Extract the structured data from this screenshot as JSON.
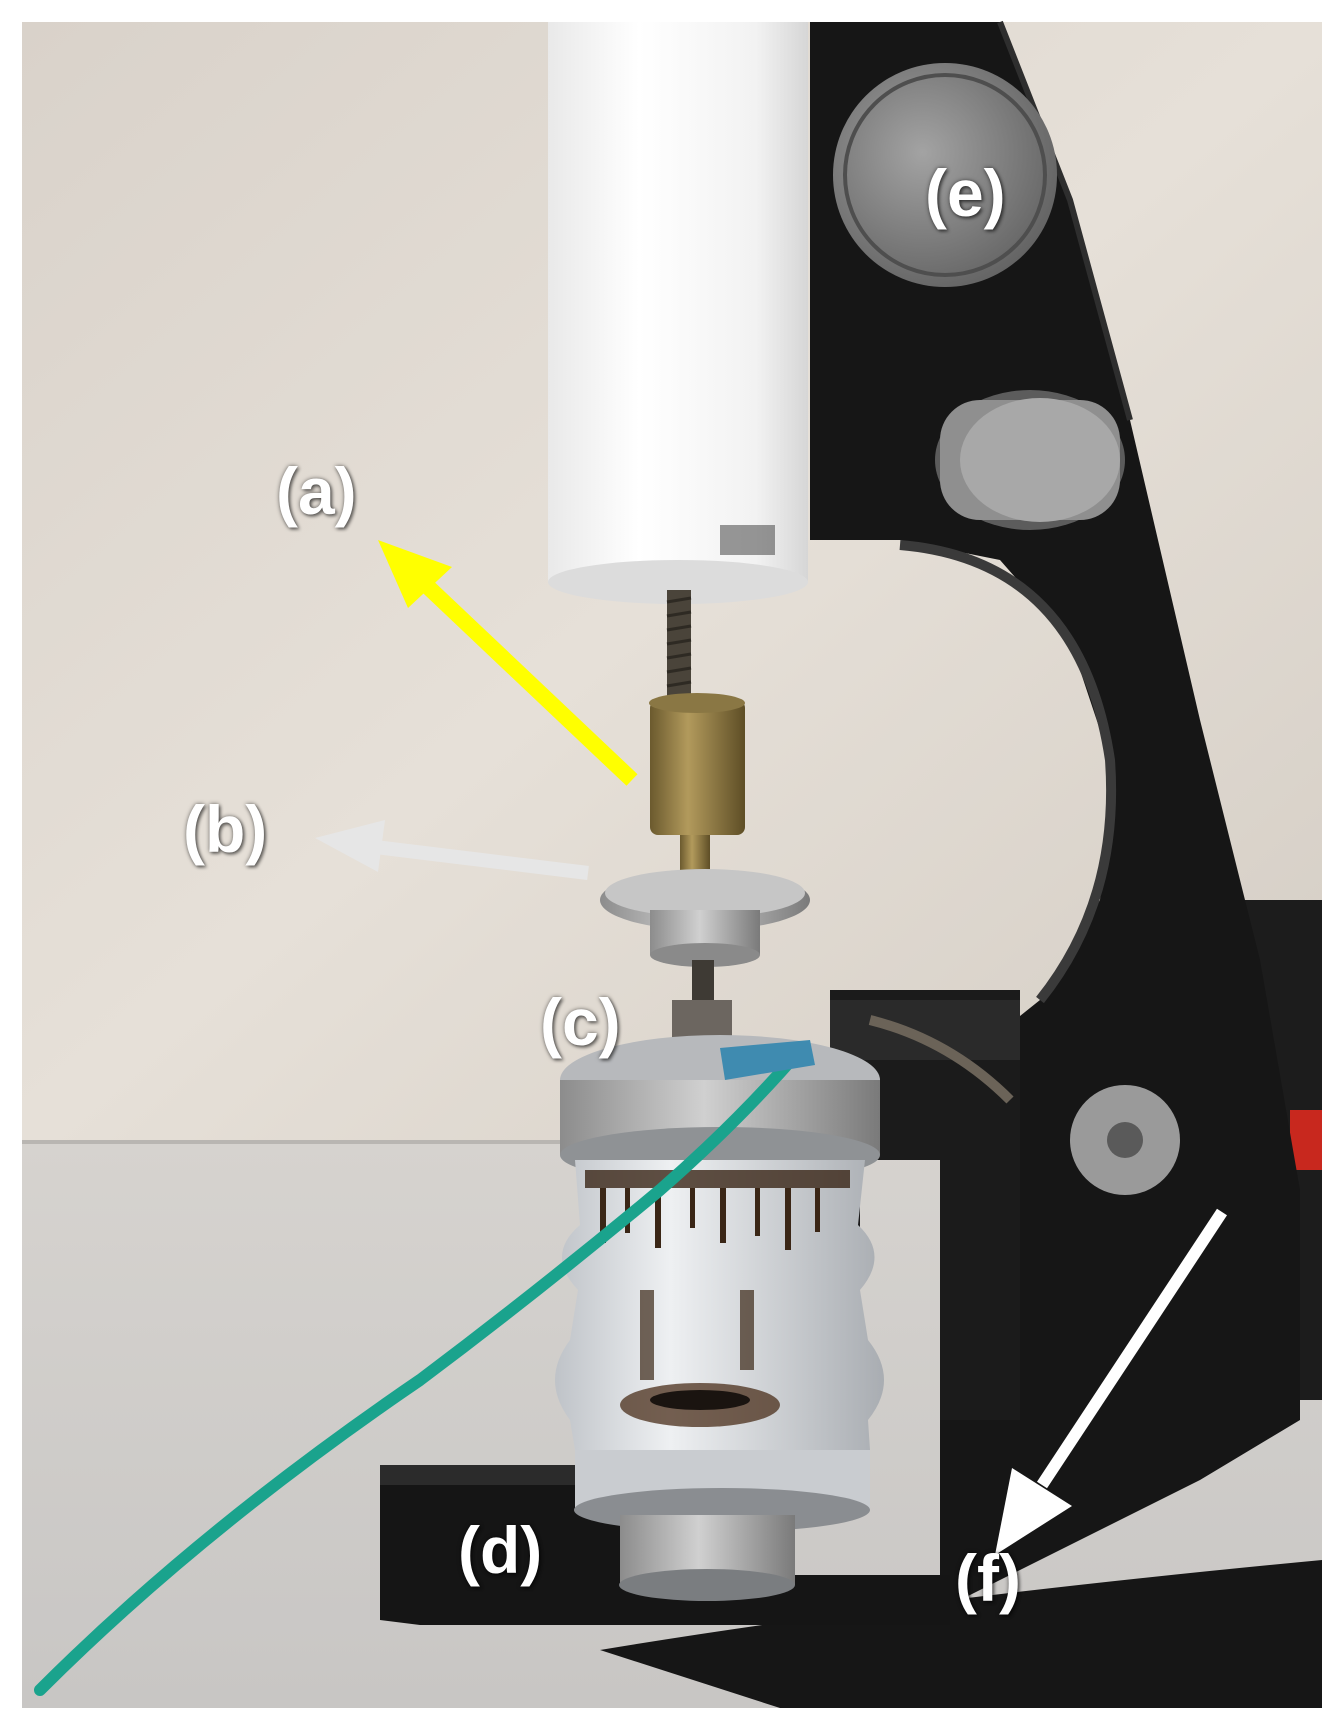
{
  "labels": {
    "a": "(a)",
    "b": "(b)",
    "c": "(c)",
    "d": "(d)",
    "e": "(e)",
    "f": "(f)"
  },
  "colors": {
    "arrow_a": "#ffff00",
    "arrow_b": "#e6e6e6",
    "arrow_f": "#ffffff",
    "frame": "#141414",
    "wire": "#1aa38d",
    "wall": "#ded7cf"
  }
}
